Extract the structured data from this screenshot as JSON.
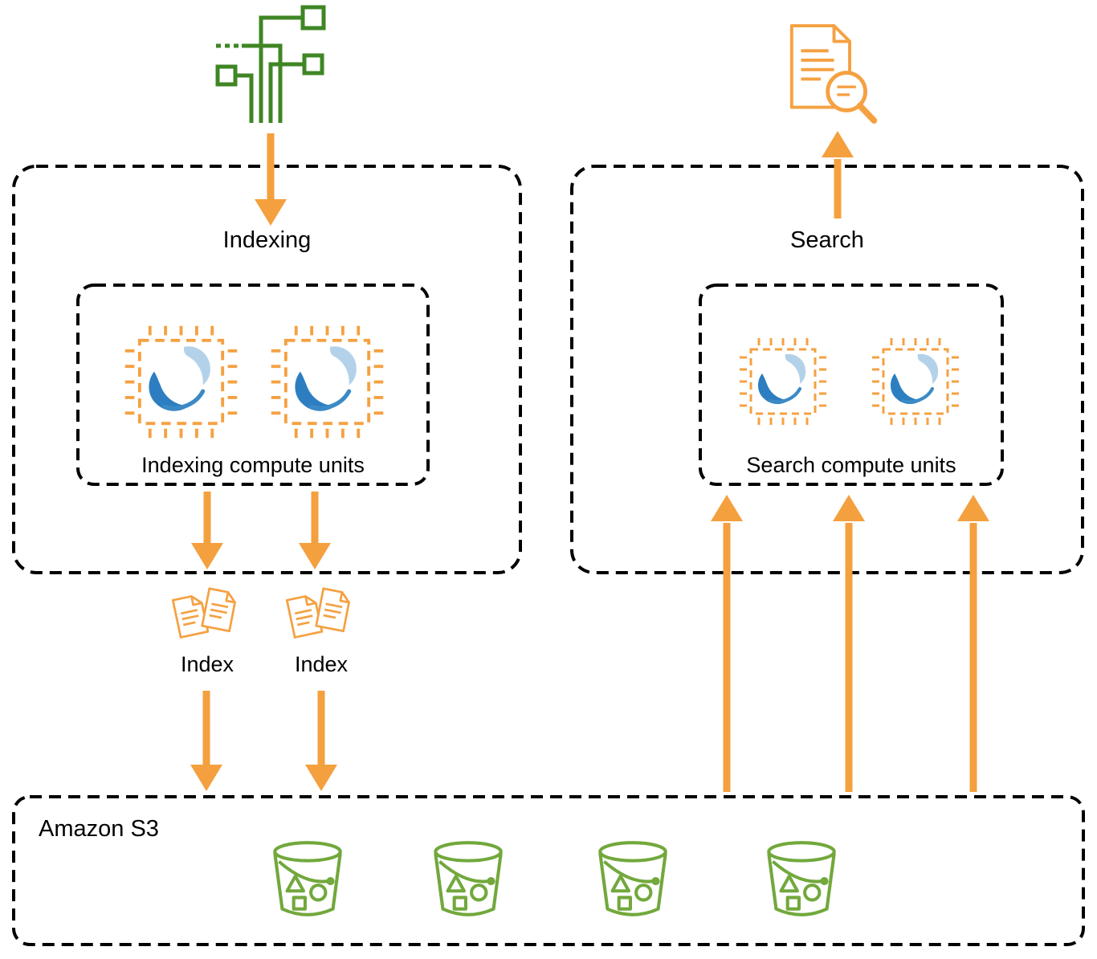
{
  "colors": {
    "arrow_orange": "#F4A03E",
    "icon_orange": "#F5A142",
    "ingest_green": "#3F8624",
    "bucket_green": "#72A83C",
    "opensearch_blue_dark": "#2D7EC1",
    "opensearch_blue_light": "#B3D2EA",
    "border_black": "#000000"
  },
  "indexing_section": {
    "title": "Indexing",
    "compute_units_label": "Indexing compute units"
  },
  "search_section": {
    "title": "Search",
    "compute_units_label": "Search compute units"
  },
  "index_items": [
    {
      "label": "Index"
    },
    {
      "label": "Index"
    }
  ],
  "s3_section": {
    "title": "Amazon S3"
  },
  "icons": {
    "ingest": "data-ingestion-pipeline-icon",
    "doc_search": "document-search-icon",
    "compute_unit": "opensearch-compute-unit-icon",
    "index_docs": "index-documents-icon",
    "bucket": "s3-bucket-icon"
  }
}
